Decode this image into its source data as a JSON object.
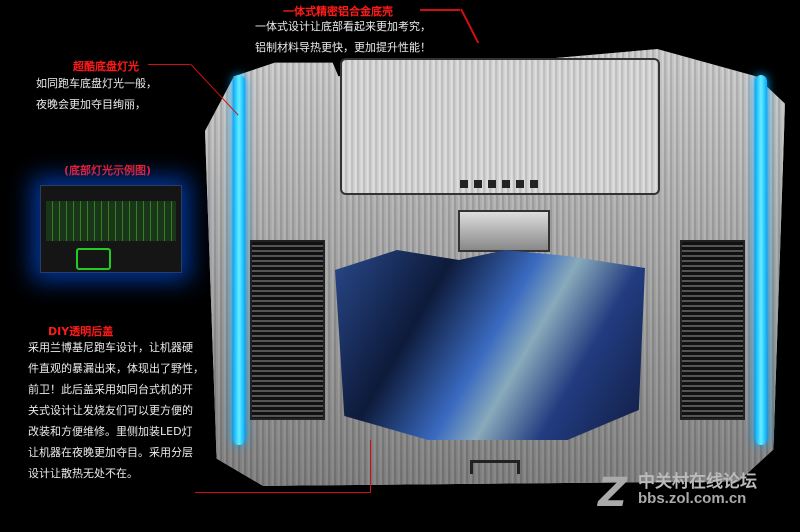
{
  "annotations": {
    "shell": {
      "title": "一体式精密铝合金底壳",
      "lines": [
        "一体式设计让底部看起来更加考究，",
        "铝制材料导热更快，更加提升性能！"
      ]
    },
    "light": {
      "title": "超酷底盘灯光",
      "lines": [
        "如同跑车底盘灯光一般，",
        "夜晚会更加夺目绚丽，"
      ]
    },
    "example": {
      "title": "(底部灯光示例图)"
    },
    "cover": {
      "title": "DIY透明后盖",
      "lines": [
        "采用兰博基尼跑车设计，让机器硬",
        "件直观的暴漏出来，体现出了野性，",
        "前卫！此后盖采用如同台式机的开",
        "关式设计让发烧友们可以更方便的",
        "改装和方便维修。里侧加装LED灯",
        "让机器在夜晚更加夺目。采用分层",
        "设计让散热无处不在。"
      ]
    }
  },
  "watermark": {
    "name": "中关村在线论坛",
    "url": "bbs.zol.com.cn"
  },
  "colors": {
    "accent": "#ff1a1a",
    "light": "#00aaff"
  }
}
